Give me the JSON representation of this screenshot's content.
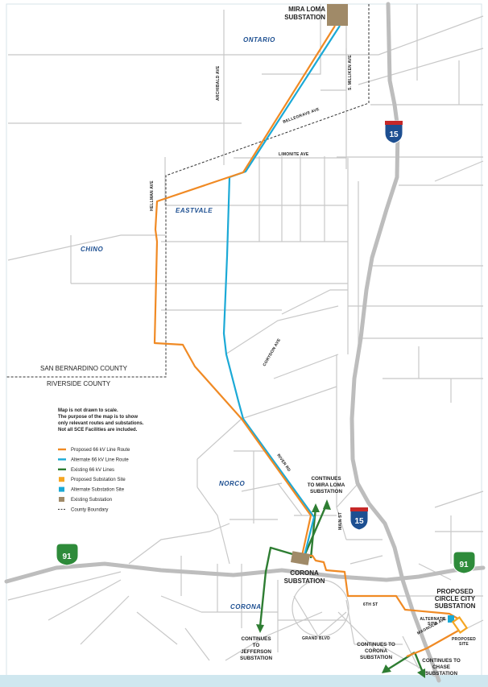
{
  "title": "",
  "cities": {
    "ontario": "ONTARIO",
    "eastvale": "EASTVALE",
    "chino": "CHINO",
    "norco": "NORCO",
    "corona": "CORONA"
  },
  "streets": {
    "archibald": "ARCHIBALD AVE",
    "milliken": "S. MILLIKEN AVE",
    "bellegrave": "BELLEGRAVE AVE",
    "limonite": "LIMONITE AVE",
    "hellman": "HELLMAN AVE",
    "corydon": "CORYDON AVE",
    "river": "RIVER RD",
    "main": "MAIN ST",
    "sixth": "6TH ST",
    "magnolia": "MAGNOLIA AVE",
    "grand": "GRAND BLVD"
  },
  "counties": {
    "san_bernardino": "SAN BERNARDINO COUNTY",
    "riverside": "RIVERSIDE COUNTY"
  },
  "highways": {
    "i15_top": "15",
    "i15_bottom": "15",
    "sr91_left": "91",
    "sr91_right": "91"
  },
  "substations": {
    "mira_loma_1": "MIRA LOMA",
    "mira_loma_2": "SUBSTATION",
    "corona_1": "CORONA",
    "corona_2": "SUBSTATION",
    "circle_city_1": "PROPOSED",
    "circle_city_2": "CIRCLE CITY",
    "circle_city_3": "SUBSTATION",
    "alternate_1": "ALTERNATE",
    "alternate_2": "SITE",
    "proposed_1": "PROPOSED",
    "proposed_2": "SITE"
  },
  "continues": {
    "mira_loma": [
      "CONTINUES",
      "TO MIRA LOMA",
      "SUBSTATION"
    ],
    "jefferson": [
      "CONTINUES",
      "TO",
      "JEFFERSON",
      "SUBSTATION"
    ],
    "corona": [
      "CONTINUES TO",
      "CORONA",
      "SUBSTATION"
    ],
    "chase": [
      "CONTINUES TO",
      "CHASE",
      "SUBSTATION"
    ]
  },
  "note": [
    "Map is not drawn to scale.",
    "The purpose of the map is to show",
    "only relevant routes and substations.",
    "Not all SCE Facilities are included."
  ],
  "legend": {
    "items": [
      {
        "label": "Proposed 66 kV Line Route",
        "kind": "line",
        "color": "#f08a24"
      },
      {
        "label": "Alternate 66 kV Line Route",
        "kind": "line",
        "color": "#1ba9d6"
      },
      {
        "label": "Existing 66 kV Lines",
        "kind": "line",
        "color": "#2e7d32"
      },
      {
        "label": "Proposed Substation Site",
        "kind": "box",
        "color": "#f5a623"
      },
      {
        "label": "Alternate Substation Site",
        "kind": "box",
        "color": "#1ba9d6"
      },
      {
        "label": "Existing Substation",
        "kind": "box",
        "color": "#a08a68"
      },
      {
        "label": "County Boundary",
        "kind": "dash",
        "color": "#333333"
      }
    ]
  },
  "colors": {
    "proposed_route": "#f08a24",
    "alternate_route": "#1ba9d6",
    "existing_lines": "#2e7d32",
    "existing_substation": "#a08a68",
    "freeway": "#bdbdbd",
    "street": "#c8c8c8",
    "interstate_shield": "#1d4f91",
    "state_shield": "#2e8b3a",
    "city_label": "#1d4f91"
  }
}
